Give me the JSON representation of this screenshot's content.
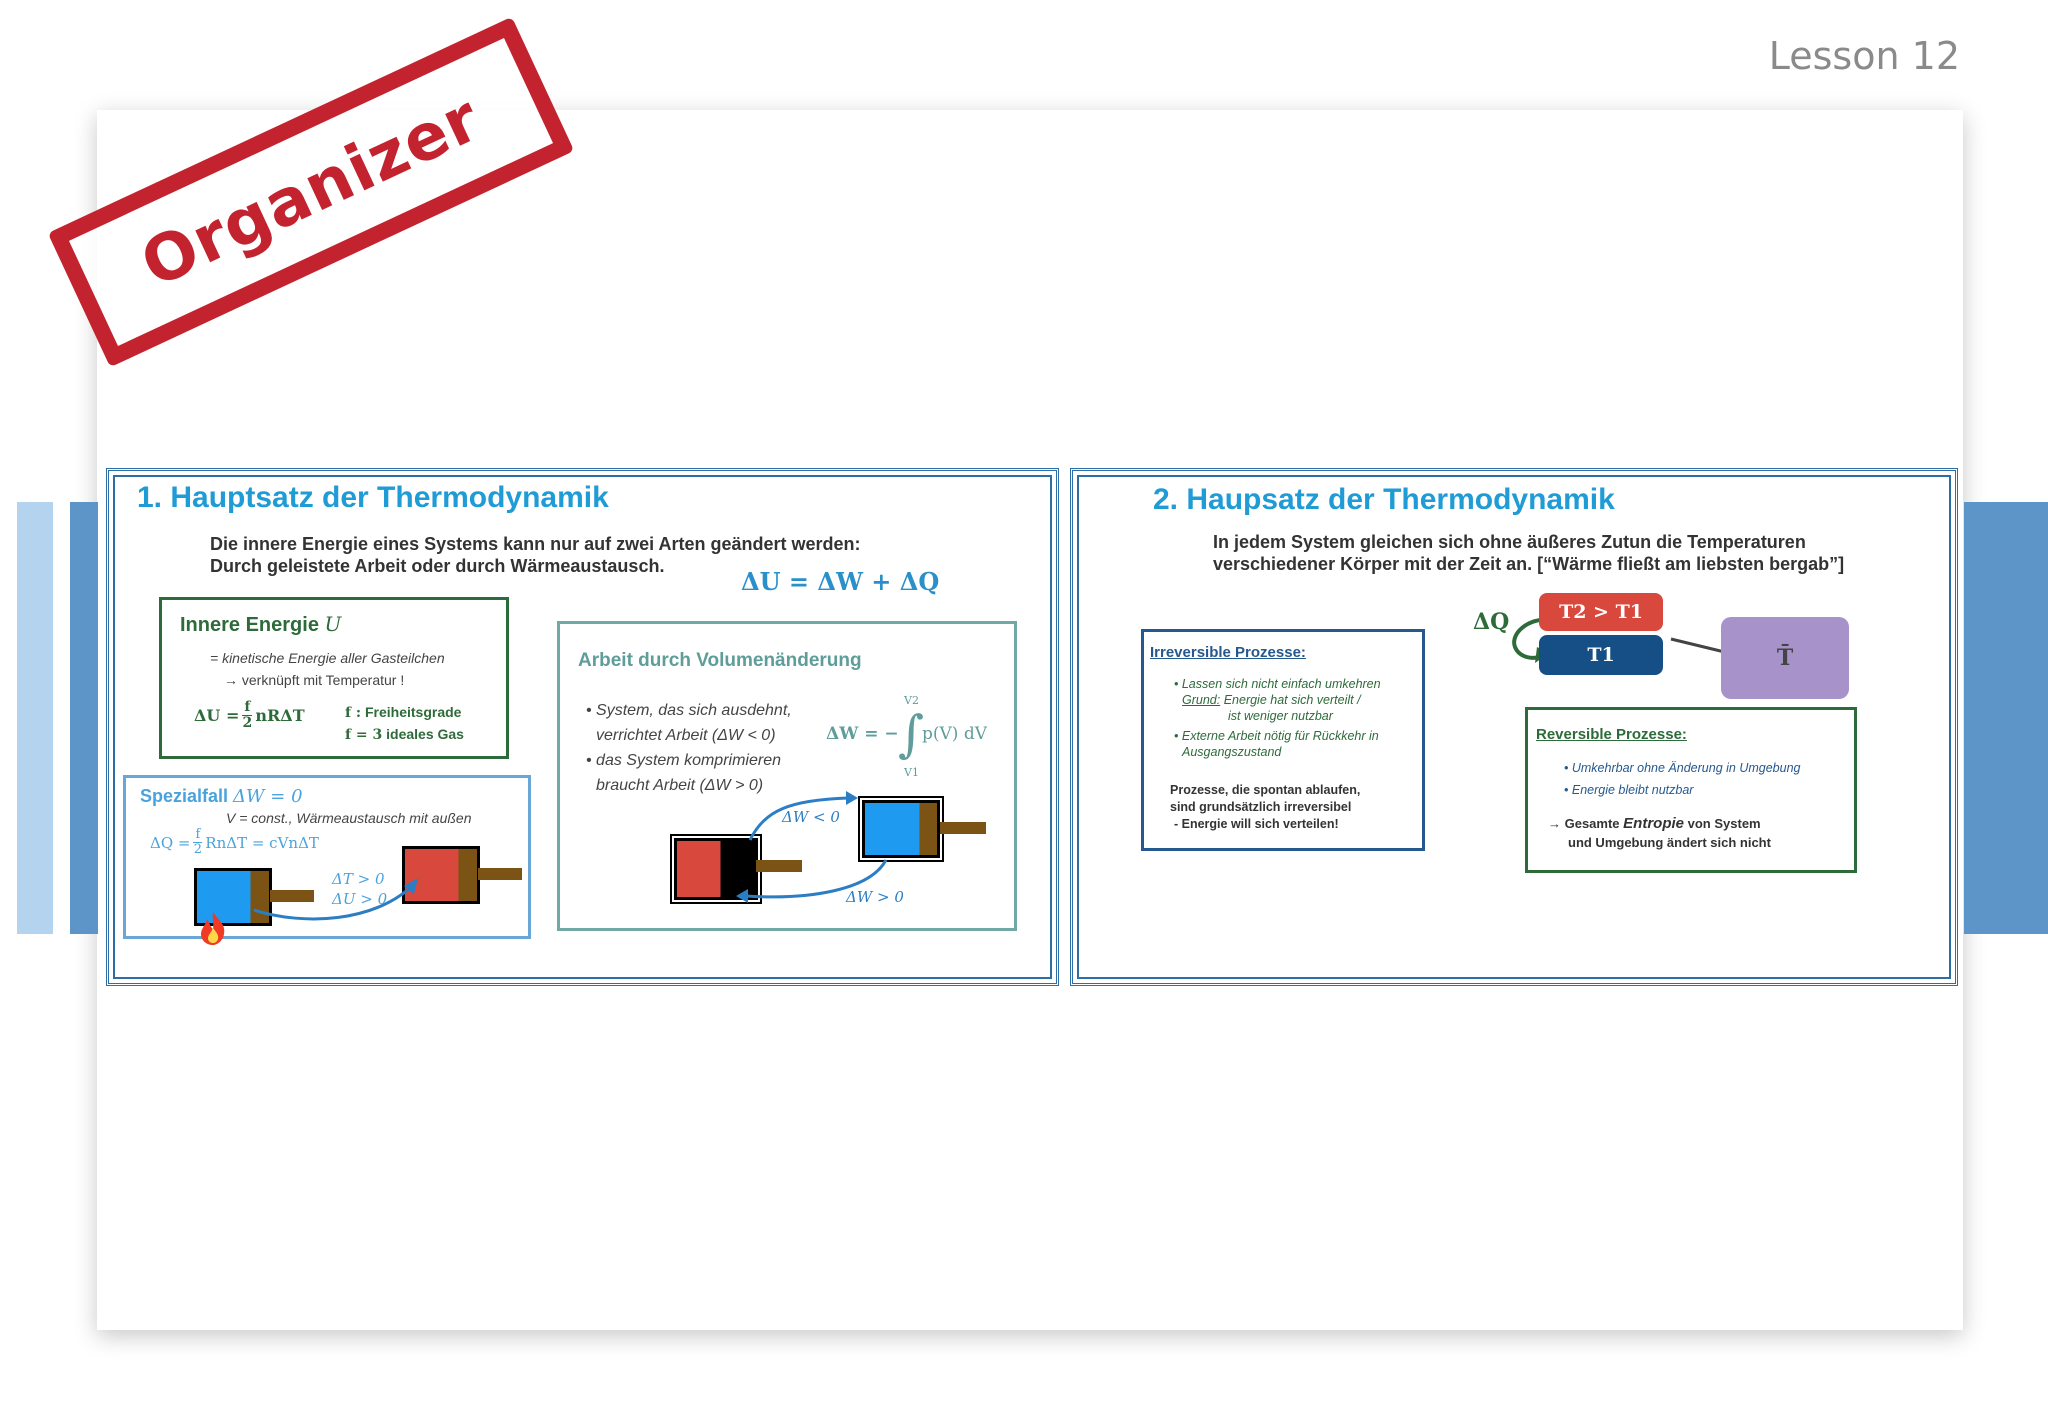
{
  "header": {
    "lesson": "Lesson 12"
  },
  "stamp": {
    "text": "Organizer"
  },
  "panel1": {
    "title": "1. Hauptsatz der Thermodynamik",
    "intro_line1": "Die innere Energie eines Systems kann nur auf zwei Arten geändert werden:",
    "intro_line2": "Durch geleistete Arbeit oder durch Wärmeaustausch.",
    "main_equation": "ΔU = ΔW + ΔQ",
    "inner": {
      "title": "Innere Energie",
      "symbol": "U",
      "line1": "= kinetische Energie aller Gasteilchen",
      "line2": "→ verknüpft mit Temperatur !",
      "eq_lhs": "ΔU =",
      "frac_num": "f",
      "frac_den": "2",
      "eq_rhs": "nRΔT",
      "f_key": "f :",
      "f_desc": "Freiheitsgrade",
      "f3_key": "f = 3",
      "f3_desc": "ideales Gas"
    },
    "special": {
      "title": "Spezialfall",
      "condition": "ΔW = 0",
      "note": "V = const., Wärmeaustausch mit außen",
      "eq_lhs": "ΔQ =",
      "frac_num": "f",
      "frac_den": "2",
      "eq_rhs": "RnΔT = cVnΔT",
      "dT": "ΔT > 0",
      "dU": "ΔU > 0"
    },
    "work": {
      "title": "Arbeit durch Volumenänderung",
      "b1_l1": "System, das sich ausdehnt,",
      "b1_l2": "verrichtet Arbeit (ΔW < 0)",
      "b2_l1": "das System komprimieren",
      "b2_l2": "braucht Arbeit (ΔW > 0)",
      "eq_lhs": "ΔW = −",
      "integrand": "p(V) dV",
      "upper": "V2",
      "lower": "V1",
      "neg_label": "ΔW < 0",
      "pos_label": "ΔW > 0"
    }
  },
  "panel2": {
    "title": "2. Haupsatz der Thermodynamik",
    "intro_line1": "In jedem System gleichen sich ohne äußeres Zutun die Temperaturen",
    "intro_line2": "verschiedener Körper mit der Zeit an.   [“Wärme fließt am liebsten bergab”]",
    "dq": "ΔQ",
    "t_hot": "T2 > T1",
    "t_cold": "T1",
    "t_avg": "T̄",
    "irreversible": {
      "title": "Irreversible Prozesse:",
      "b1": "Lassen sich nicht einfach umkehren",
      "b1_grund": "Grund:",
      "b1_reason1": "Energie hat sich verteilt /",
      "b1_reason2": "ist weniger nutzbar",
      "b2_l1": "Externe Arbeit nötig für Rückkehr in",
      "b2_l2": "Ausgangszustand",
      "note1": "Prozesse, die spontan ablaufen,",
      "note2": "sind grundsätzlich irreversibel",
      "note3": "- Energie will sich verteilen!"
    },
    "reversible": {
      "title": "Reversible Prozesse:",
      "b1": "Umkehrbar ohne Änderung in Umgebung",
      "b2": "Energie bleibt nutzbar",
      "note_prefix": "→ Gesamte",
      "note_keyword": "Entropie",
      "note_suffix": "von System",
      "note2": "und Umgebung ändert sich nicht"
    }
  },
  "colors": {
    "accent_blue": "#1f9bd6",
    "stamp_red": "#c3232f",
    "green": "#2e6b3a",
    "hot": "#d9483c",
    "cold": "#154f86",
    "purple": "#a793c9"
  }
}
